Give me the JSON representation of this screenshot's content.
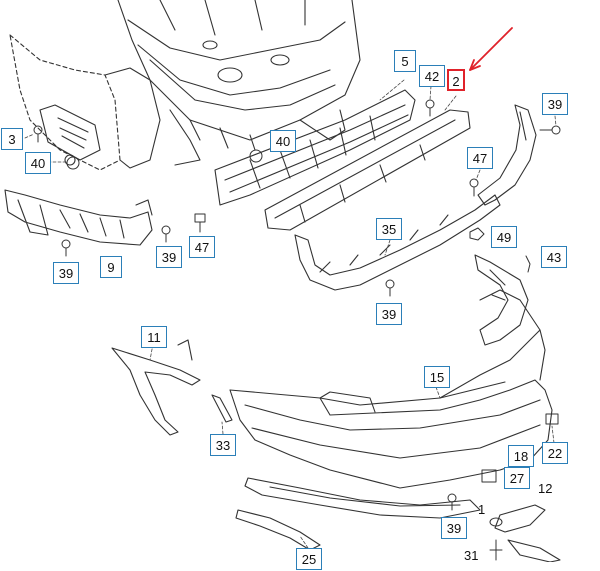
{
  "diagram": {
    "callout_labels": {
      "c2": "2",
      "c3": "3",
      "c5": "5",
      "c9": "9",
      "c11": "11",
      "c15": "15",
      "c18": "18",
      "c22": "22",
      "c25": "25",
      "c27": "27",
      "c33": "33",
      "c35": "35",
      "c39a": "39",
      "c39b": "39",
      "c39c": "39",
      "c39d": "39",
      "c39e": "39",
      "c40a": "40",
      "c40b": "40",
      "c42": "42",
      "c43": "43",
      "c47a": "47",
      "c47b": "47",
      "c49": "49"
    },
    "plain_labels": {
      "p1": "1",
      "p12": "12",
      "p31": "31"
    },
    "highlight_color": "#e0222a",
    "callout_border_color": "#2b7fb8"
  }
}
